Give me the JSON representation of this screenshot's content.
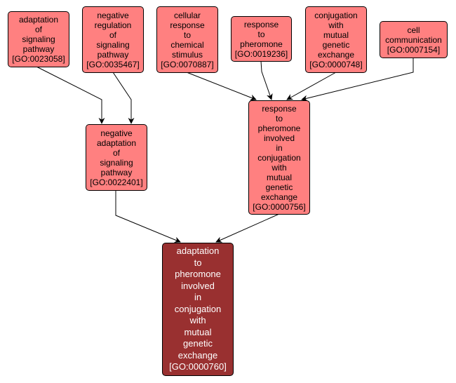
{
  "title": "GO term ancestor graph",
  "colors": {
    "ancestor_fill": "#ff8080",
    "target_fill": "#993030",
    "border": "#000000",
    "edge": "#000000",
    "target_text": "#ffffff"
  },
  "nodes": [
    {
      "id": "GO:0023058",
      "label": "adaptation of signaling pathway",
      "lines": [
        "adaptation",
        "of",
        "signaling",
        "pathway",
        "[GO:0023058]"
      ],
      "role": "ancestor"
    },
    {
      "id": "GO:0035467",
      "label": "negative regulation of signaling pathway",
      "lines": [
        "negative",
        "regulation",
        "of",
        "signaling",
        "pathway",
        "[GO:0035467]"
      ],
      "role": "ancestor"
    },
    {
      "id": "GO:0070887",
      "label": "cellular response to chemical stimulus",
      "lines": [
        "cellular",
        "response",
        "to",
        "chemical",
        "stimulus",
        "[GO:0070887]"
      ],
      "role": "ancestor"
    },
    {
      "id": "GO:0019236",
      "label": "response to pheromone",
      "lines": [
        "response",
        "to",
        "pheromone",
        "[GO:0019236]"
      ],
      "role": "ancestor"
    },
    {
      "id": "GO:0000748",
      "label": "conjugation with mutual genetic exchange",
      "lines": [
        "conjugation",
        "with",
        "mutual",
        "genetic",
        "exchange",
        "[GO:0000748]"
      ],
      "role": "ancestor"
    },
    {
      "id": "GO:0007154",
      "label": "cell communication",
      "lines": [
        "cell",
        "communication",
        "[GO:0007154]"
      ],
      "role": "ancestor"
    },
    {
      "id": "GO:0022401",
      "label": "negative adaptation of signaling pathway",
      "lines": [
        "negative",
        "adaptation",
        "of",
        "signaling",
        "pathway",
        "[GO:0022401]"
      ],
      "role": "ancestor"
    },
    {
      "id": "GO:0000756",
      "label": "response to pheromone involved in conjugation with mutual genetic exchange",
      "lines": [
        "response",
        "to",
        "pheromone",
        "involved",
        "in",
        "conjugation",
        "with",
        "mutual",
        "genetic",
        "exchange",
        "[GO:0000756]"
      ],
      "role": "ancestor"
    },
    {
      "id": "GO:0000760",
      "label": "adaptation to pheromone involved in conjugation with mutual genetic exchange",
      "lines": [
        "adaptation",
        "to",
        "pheromone",
        "involved",
        "in",
        "conjugation",
        "with",
        "mutual",
        "genetic",
        "exchange",
        "[GO:0000760]"
      ],
      "role": "target"
    }
  ],
  "edges": [
    {
      "from": "GO:0023058",
      "to": "GO:0022401"
    },
    {
      "from": "GO:0035467",
      "to": "GO:0022401"
    },
    {
      "from": "GO:0070887",
      "to": "GO:0000756"
    },
    {
      "from": "GO:0019236",
      "to": "GO:0000756"
    },
    {
      "from": "GO:0000748",
      "to": "GO:0000756"
    },
    {
      "from": "GO:0007154",
      "to": "GO:0000756"
    },
    {
      "from": "GO:0022401",
      "to": "GO:0000760"
    },
    {
      "from": "GO:0000756",
      "to": "GO:0000760"
    }
  ]
}
